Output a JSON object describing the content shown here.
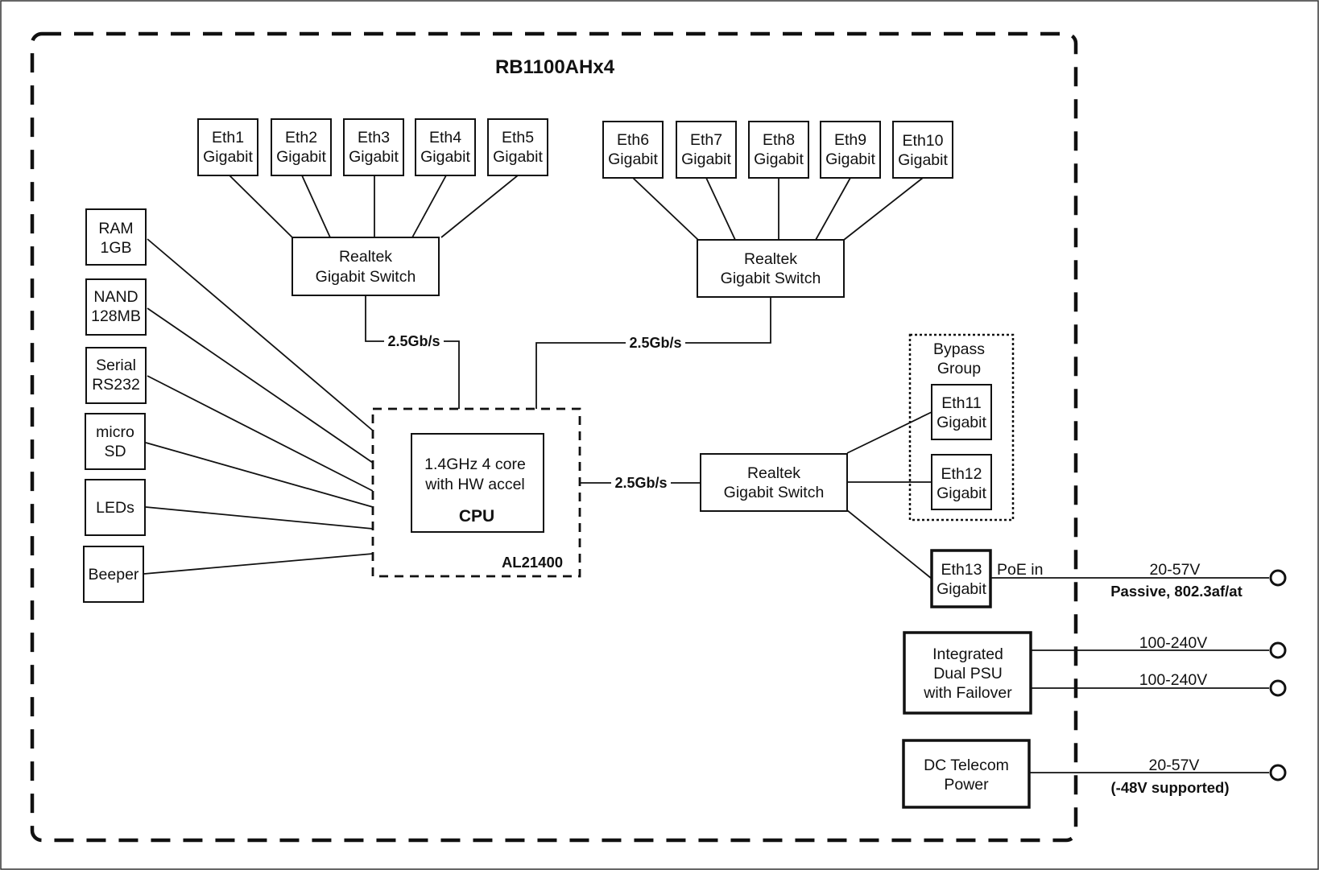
{
  "title": "RB1100AHx4",
  "ports": [
    {
      "name": "Eth1",
      "speed": "Gigabit"
    },
    {
      "name": "Eth2",
      "speed": "Gigabit"
    },
    {
      "name": "Eth3",
      "speed": "Gigabit"
    },
    {
      "name": "Eth4",
      "speed": "Gigabit"
    },
    {
      "name": "Eth5",
      "speed": "Gigabit"
    },
    {
      "name": "Eth6",
      "speed": "Gigabit"
    },
    {
      "name": "Eth7",
      "speed": "Gigabit"
    },
    {
      "name": "Eth8",
      "speed": "Gigabit"
    },
    {
      "name": "Eth9",
      "speed": "Gigabit"
    },
    {
      "name": "Eth10",
      "speed": "Gigabit"
    },
    {
      "name": "Eth11",
      "speed": "Gigabit"
    },
    {
      "name": "Eth12",
      "speed": "Gigabit"
    },
    {
      "name": "Eth13",
      "speed": "Gigabit"
    }
  ],
  "switches": [
    {
      "vendor": "Realtek",
      "type": "Gigabit Switch"
    },
    {
      "vendor": "Realtek",
      "type": "Gigabit Switch"
    },
    {
      "vendor": "Realtek",
      "type": "Gigabit Switch"
    }
  ],
  "links": {
    "switch1_speed": "2.5Gb/s",
    "switch2_speed": "2.5Gb/s",
    "switch3_speed": "2.5Gb/s"
  },
  "peripherals": [
    {
      "line1": "RAM",
      "line2": "1GB"
    },
    {
      "line1": "NAND",
      "line2": "128MB"
    },
    {
      "line1": "Serial",
      "line2": "RS232"
    },
    {
      "line1": "micro",
      "line2": "SD"
    },
    {
      "line1": "LEDs"
    },
    {
      "line1": "Beeper"
    }
  ],
  "cpu": {
    "line1": "1.4GHz 4 core",
    "line2": "with HW accel",
    "label": "CPU",
    "model": "AL21400"
  },
  "bypass_group": {
    "line1": "Bypass",
    "line2": "Group"
  },
  "poe": {
    "label": "PoE in",
    "voltage": "20-57V",
    "standard": "Passive, 802.3af/at"
  },
  "psu": {
    "line1": "Integrated",
    "line2": "Dual PSU",
    "line3": "with Failover",
    "input1": "100-240V",
    "input2": "100-240V"
  },
  "dc_power": {
    "line1": "DC Telecom",
    "line2": "Power",
    "voltage": "20-57V",
    "note": "(-48V supported)"
  }
}
